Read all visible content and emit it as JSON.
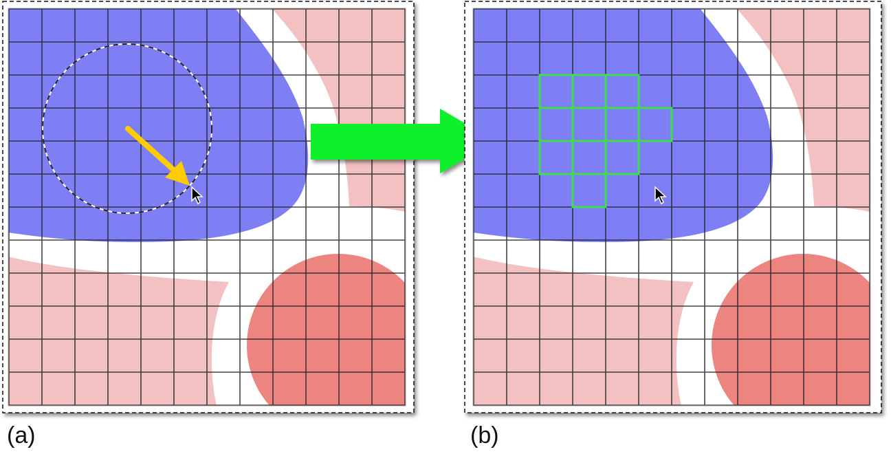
{
  "panels": [
    {
      "label": "(a)"
    },
    {
      "label": "(b)"
    }
  ],
  "grid": {
    "columns": 12,
    "rows": 12
  },
  "selected_cells": [
    [
      2,
      2
    ],
    [
      3,
      2
    ],
    [
      4,
      2
    ],
    [
      2,
      3
    ],
    [
      3,
      3
    ],
    [
      4,
      3
    ],
    [
      5,
      3
    ],
    [
      2,
      4
    ],
    [
      3,
      4
    ],
    [
      4,
      4
    ],
    [
      3,
      5
    ]
  ],
  "colors": {
    "blue_region": "#7f7ff5",
    "light_red_region": "#f3c1c1",
    "dark_red_region": "#ec8480",
    "grid_line": "#222222",
    "selection": "#3ee04a",
    "transition_arrow": "#07f02b",
    "pointer_arrow": "#ffcc00"
  },
  "icons": {
    "cursor": "mouse-pointer-icon",
    "arrow": "right-arrow-icon"
  }
}
